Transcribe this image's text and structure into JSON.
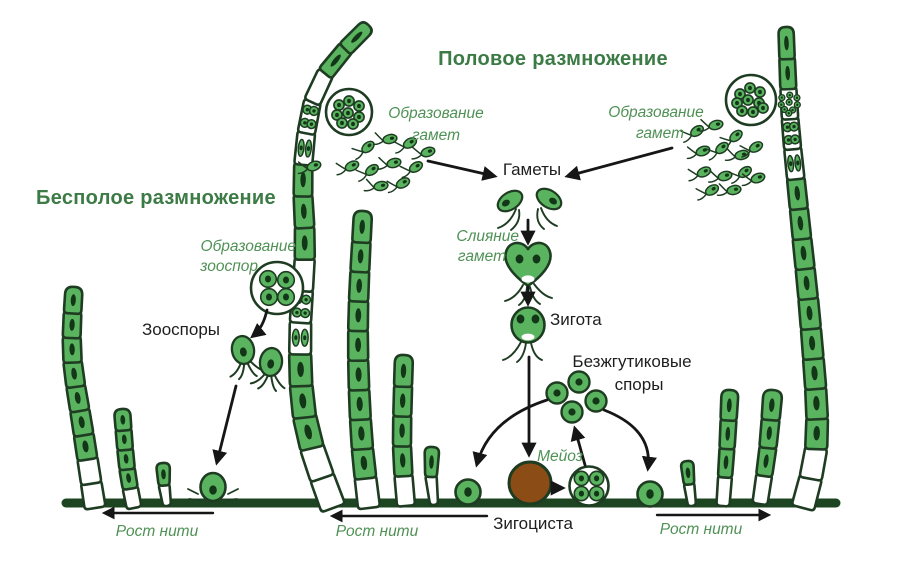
{
  "diagram": {
    "title_sexual": "Половое размножение",
    "title_asexual": "Бесполое размножение",
    "labels": {
      "gamete_formation": {
        "line1": "Образование",
        "line2": "гамет"
      },
      "gametes": "Гаметы",
      "gamete_fusion": {
        "line1": "Слияние",
        "line2": "гамет"
      },
      "zygote": "Зигота",
      "zoospore_formation": {
        "line1": "Образование",
        "line2": "зооспор"
      },
      "zoospores": "Зооспоры",
      "aflagellate_spores": {
        "line1": "Безжгутиковые",
        "line2": "споры"
      },
      "meiosis": "Мейоз",
      "zygocyst": "Зигоциста",
      "filament_growth": "Рост нити"
    },
    "colors": {
      "background": "#ffffff",
      "cell_green": "#5ab35e",
      "nucleus_green": "#123617",
      "outline_green": "#1e3c22",
      "heading_green": "#3c7b45",
      "label_green": "#4f9155",
      "text_black": "#1e1e1e",
      "arrow_black": "#161616",
      "zygocyst_brown": "#8c4c16",
      "ground_green": "#1d4522"
    }
  }
}
